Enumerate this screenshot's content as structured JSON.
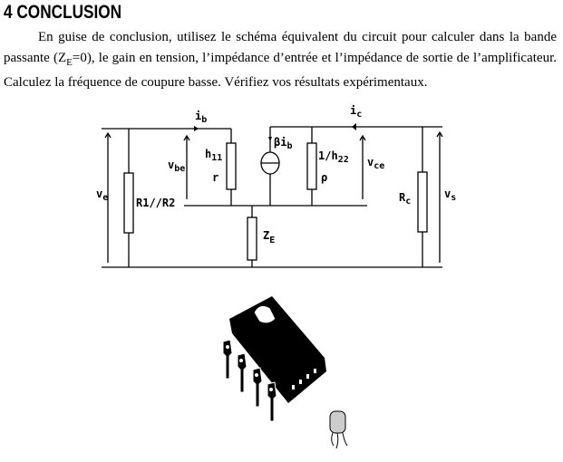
{
  "title": "4 CONCLUSION",
  "paragraph": {
    "part1": "En guise de conclusion, utilisez le schéma équivalent du circuit pour calculer dans la bande passante (Z",
    "sub": "E",
    "part2": "=0), le gain en tension, l’impédance d’entrée et l’impédance de sortie de l’amplificateur. Calculez la fréquence de coupure basse. Vérifiez vos résultats expérimentaux."
  },
  "circuit": {
    "ve": "v",
    "ve_sub": "e",
    "vbe": "v",
    "vbe_sub": "be",
    "vce": "v",
    "vce_sub": "ce",
    "vs": "v",
    "vs_sub": "s",
    "ib": "i",
    "ib_sub": "b",
    "ic": "i",
    "ic_sub": "c",
    "r1r2": "R1//R2",
    "h11": "h",
    "h11_sub": "11",
    "r": "r",
    "beta_ib": "βi",
    "beta_ib_sub": "b",
    "h22": "1/h",
    "h22_sub": "22",
    "rho": "ρ",
    "ze": "Z",
    "ze_sub": "E",
    "rc": "R",
    "rc_sub": "c"
  }
}
